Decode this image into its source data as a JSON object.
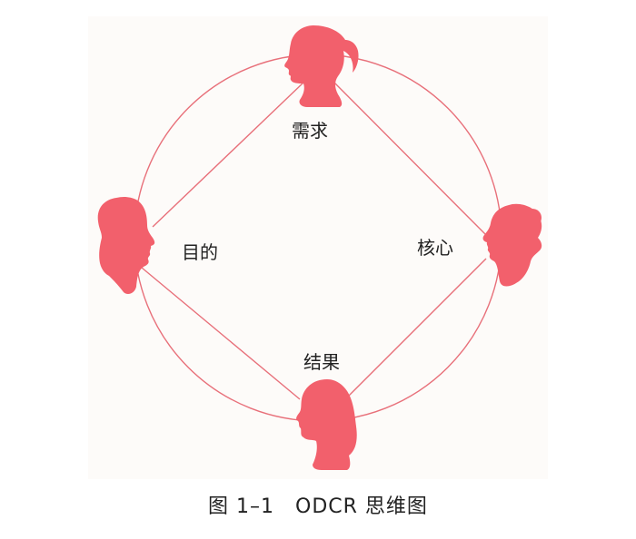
{
  "colors": {
    "accent": "#f2606c",
    "line": "#e8707a",
    "text": "#222222"
  },
  "nodes": {
    "top": {
      "label": "需求",
      "icon": "woman-ponytail-head-icon"
    },
    "left": {
      "label": "目的",
      "icon": "man-head-icon"
    },
    "right": {
      "label": "核心",
      "icon": "woman-bun-head-icon"
    },
    "bottom": {
      "label": "结果",
      "icon": "woman-bob-head-icon"
    }
  },
  "caption": "图 1–1　ODCR 思维图"
}
